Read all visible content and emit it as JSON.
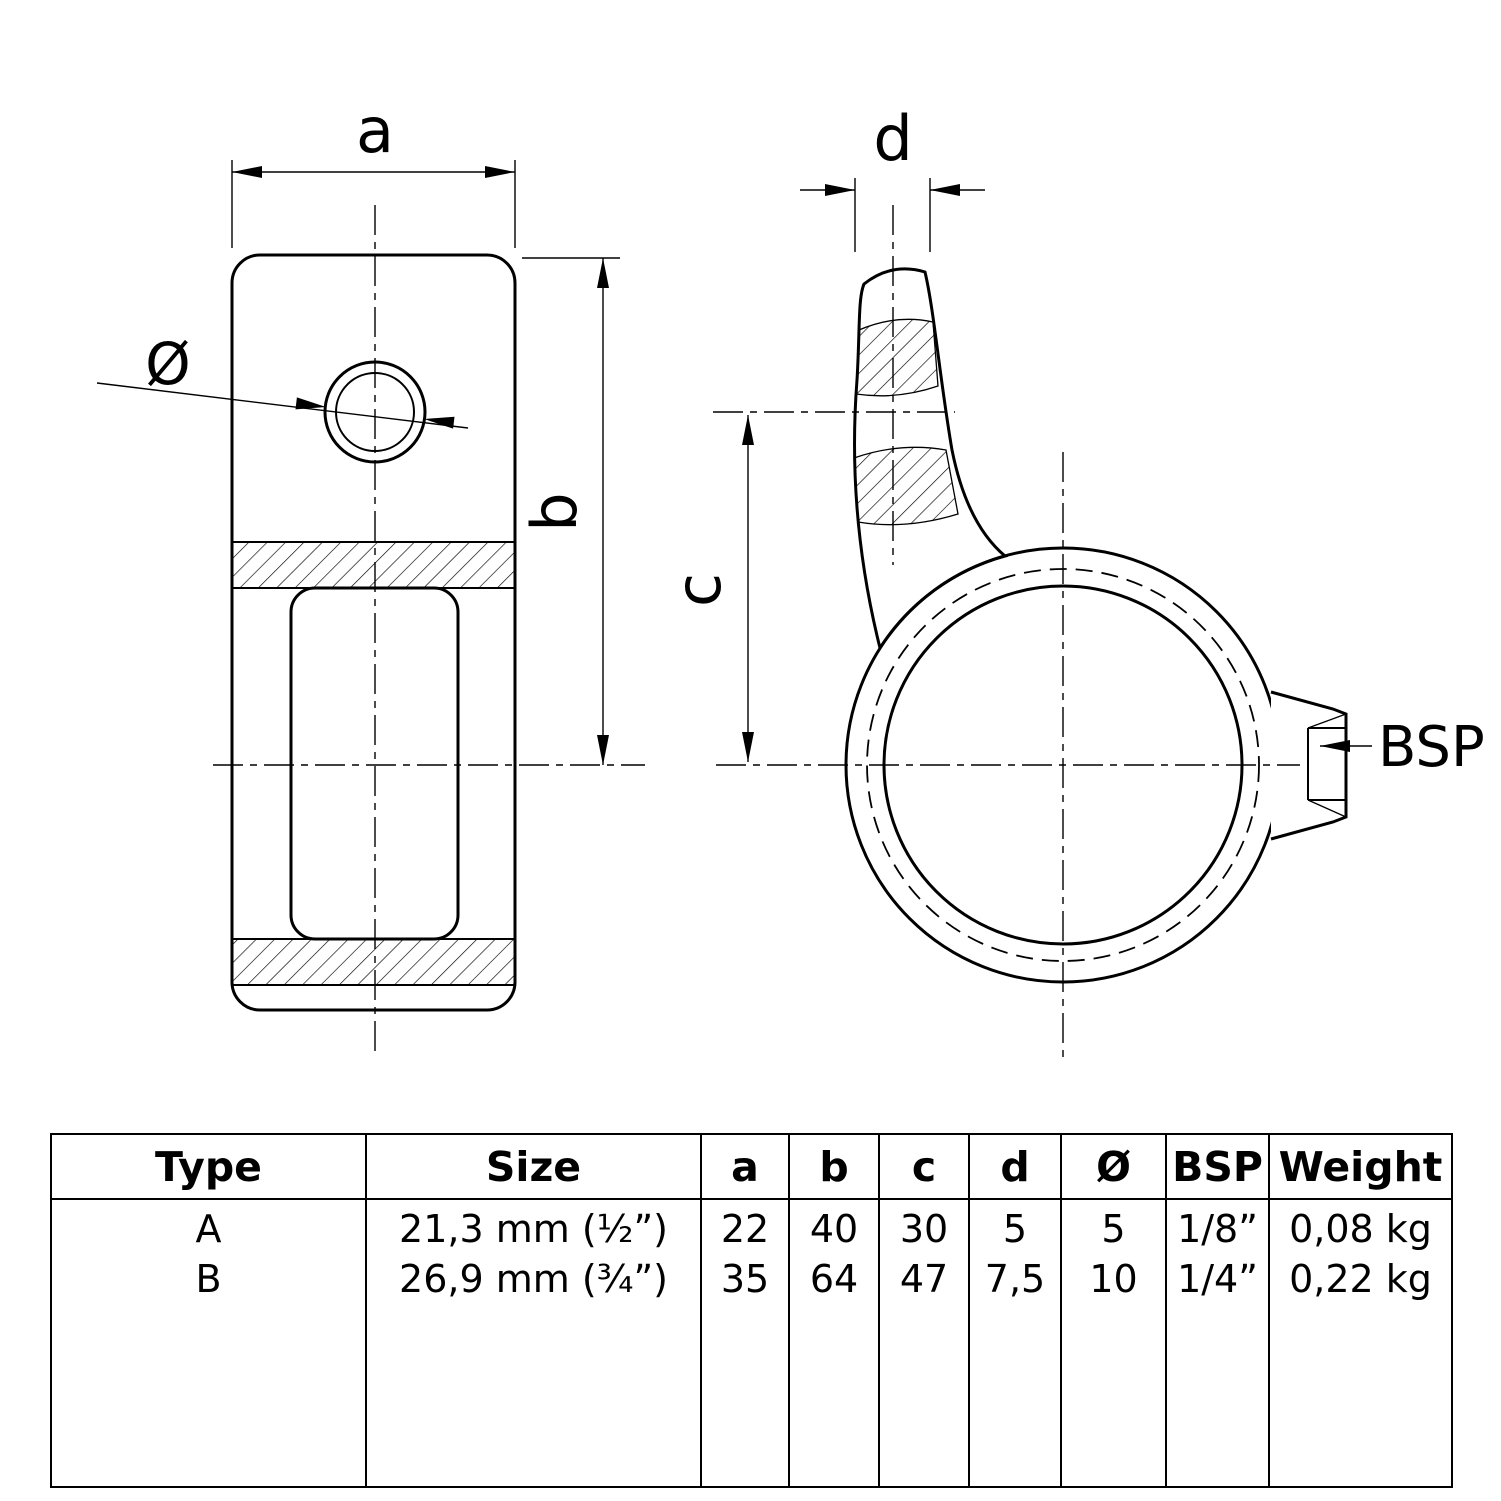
{
  "drawing": {
    "front_view": {
      "dim_a_label": "a",
      "dim_b_label": "b",
      "diameter_label": "Ø"
    },
    "side_view": {
      "dim_d_label": "d",
      "dim_c_label": "c",
      "bsp_label": "BSP"
    }
  },
  "table": {
    "headers": [
      "Type",
      "Size",
      "a",
      "b",
      "c",
      "d",
      "Ø",
      "BSP",
      "Weight"
    ],
    "rows": [
      {
        "type": "A",
        "size": "21,3 mm (½”)",
        "a": "22",
        "b": "40",
        "c": "30",
        "d": "5",
        "diameter": "5",
        "bsp": "1/8”",
        "weight": "0,08 kg"
      },
      {
        "type": "B",
        "size": "26,9 mm (¾”)",
        "a": "35",
        "b": "64",
        "c": "47",
        "d": "7,5",
        "diameter": "10",
        "bsp": "1/4”",
        "weight": "0,22 kg"
      }
    ]
  }
}
